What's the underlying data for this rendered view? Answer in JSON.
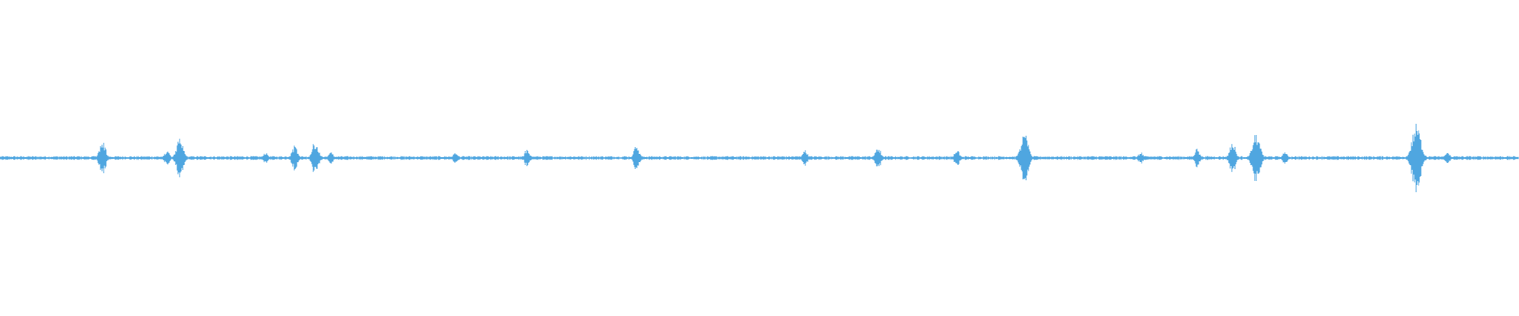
{
  "waveform": {
    "color": "#4fa6e0",
    "background": "#ffffff",
    "baseline_amplitude": 0.012,
    "spikes": [
      {
        "position": 0.0675,
        "amplitude": 0.11
      },
      {
        "position": 0.11,
        "amplitude": 0.05
      },
      {
        "position": 0.1185,
        "amplitude": 0.14
      },
      {
        "position": 0.175,
        "amplitude": 0.04
      },
      {
        "position": 0.194,
        "amplitude": 0.08
      },
      {
        "position": 0.2075,
        "amplitude": 0.11
      },
      {
        "position": 0.218,
        "amplitude": 0.04
      },
      {
        "position": 0.3,
        "amplitude": 0.04
      },
      {
        "position": 0.347,
        "amplitude": 0.06
      },
      {
        "position": 0.419,
        "amplitude": 0.08
      },
      {
        "position": 0.53,
        "amplitude": 0.05
      },
      {
        "position": 0.578,
        "amplitude": 0.08
      },
      {
        "position": 0.63,
        "amplitude": 0.06
      },
      {
        "position": 0.6745,
        "amplitude": 0.16
      },
      {
        "position": 0.751,
        "amplitude": 0.04
      },
      {
        "position": 0.788,
        "amplitude": 0.06
      },
      {
        "position": 0.8115,
        "amplitude": 0.1
      },
      {
        "position": 0.827,
        "amplitude": 0.16
      },
      {
        "position": 0.846,
        "amplitude": 0.04
      },
      {
        "position": 0.9325,
        "amplitude": 0.22
      },
      {
        "position": 0.953,
        "amplitude": 0.04
      }
    ]
  }
}
